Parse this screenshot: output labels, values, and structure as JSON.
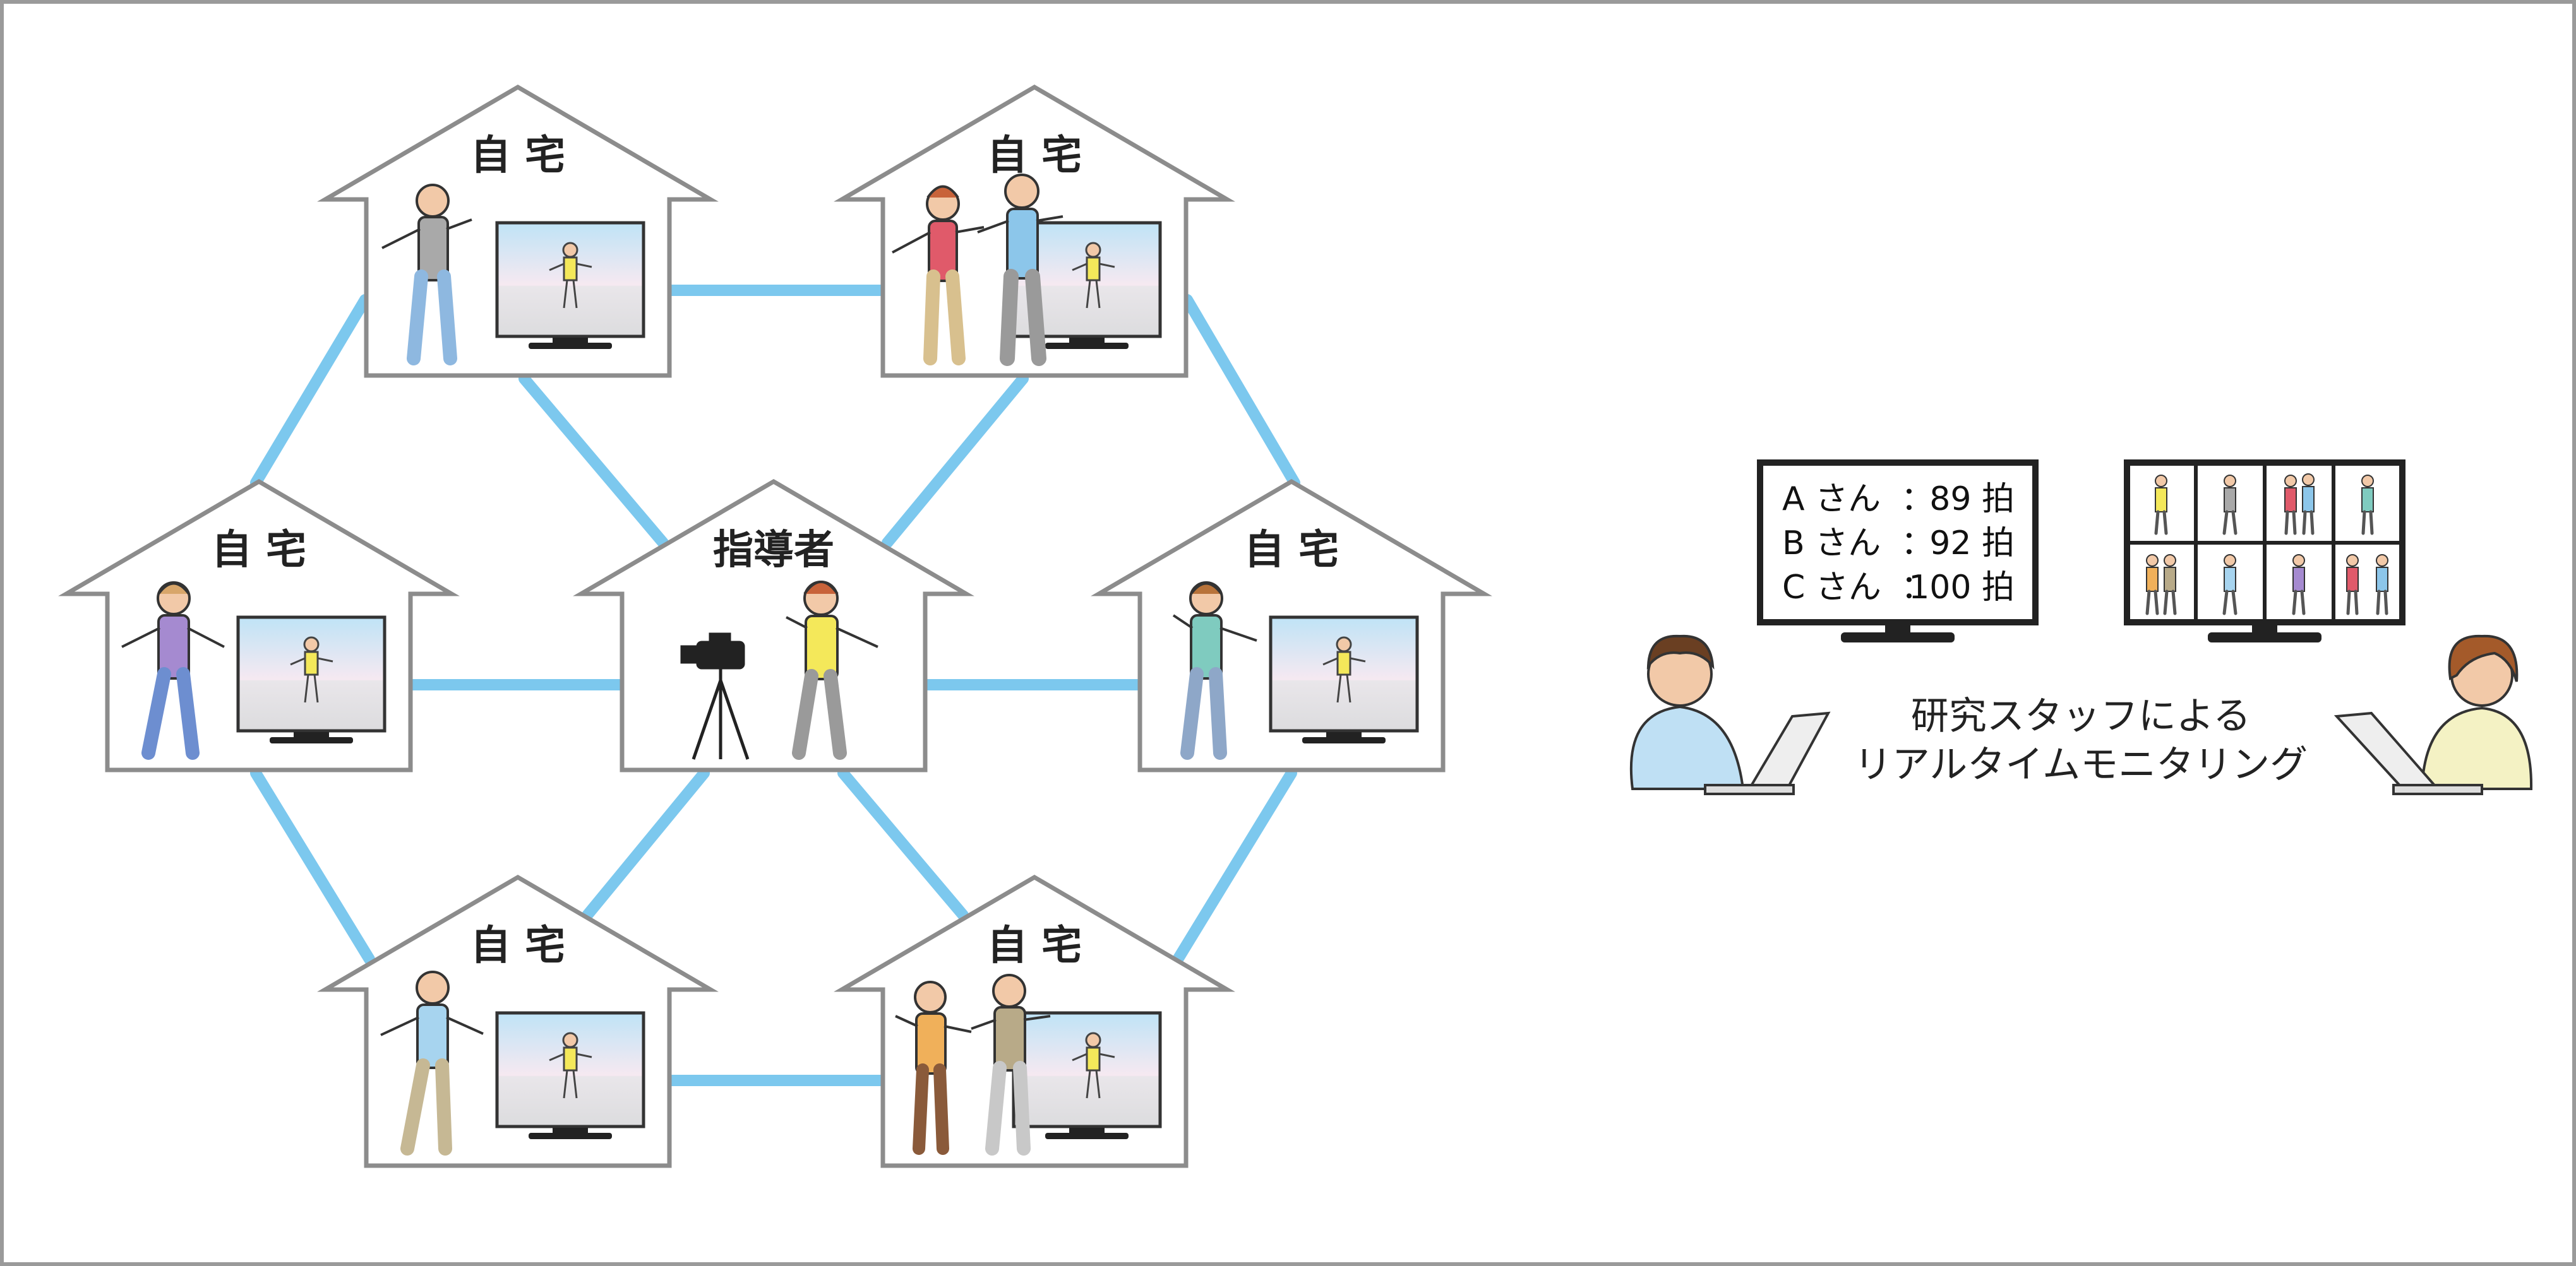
{
  "house_labels": {
    "top_left": "自 宅",
    "top_right": "自 宅",
    "mid_left": "自 宅",
    "center": "指導者",
    "mid_right": "自 宅",
    "bottom_left": "自 宅",
    "bottom_right": "自 宅"
  },
  "monitor_stats": [
    {
      "name": "A さん",
      "value": "89 拍"
    },
    {
      "name": "B さん",
      "value": "92 拍"
    },
    {
      "name": "C さん",
      "value": "100 拍"
    }
  ],
  "caption": {
    "line1": "研究スタッフによる",
    "line2": "リアルタイムモニタリング"
  },
  "colors": {
    "connector": "#7cc8ee",
    "house_outline": "#8c8c8c",
    "ink": "#222222"
  }
}
